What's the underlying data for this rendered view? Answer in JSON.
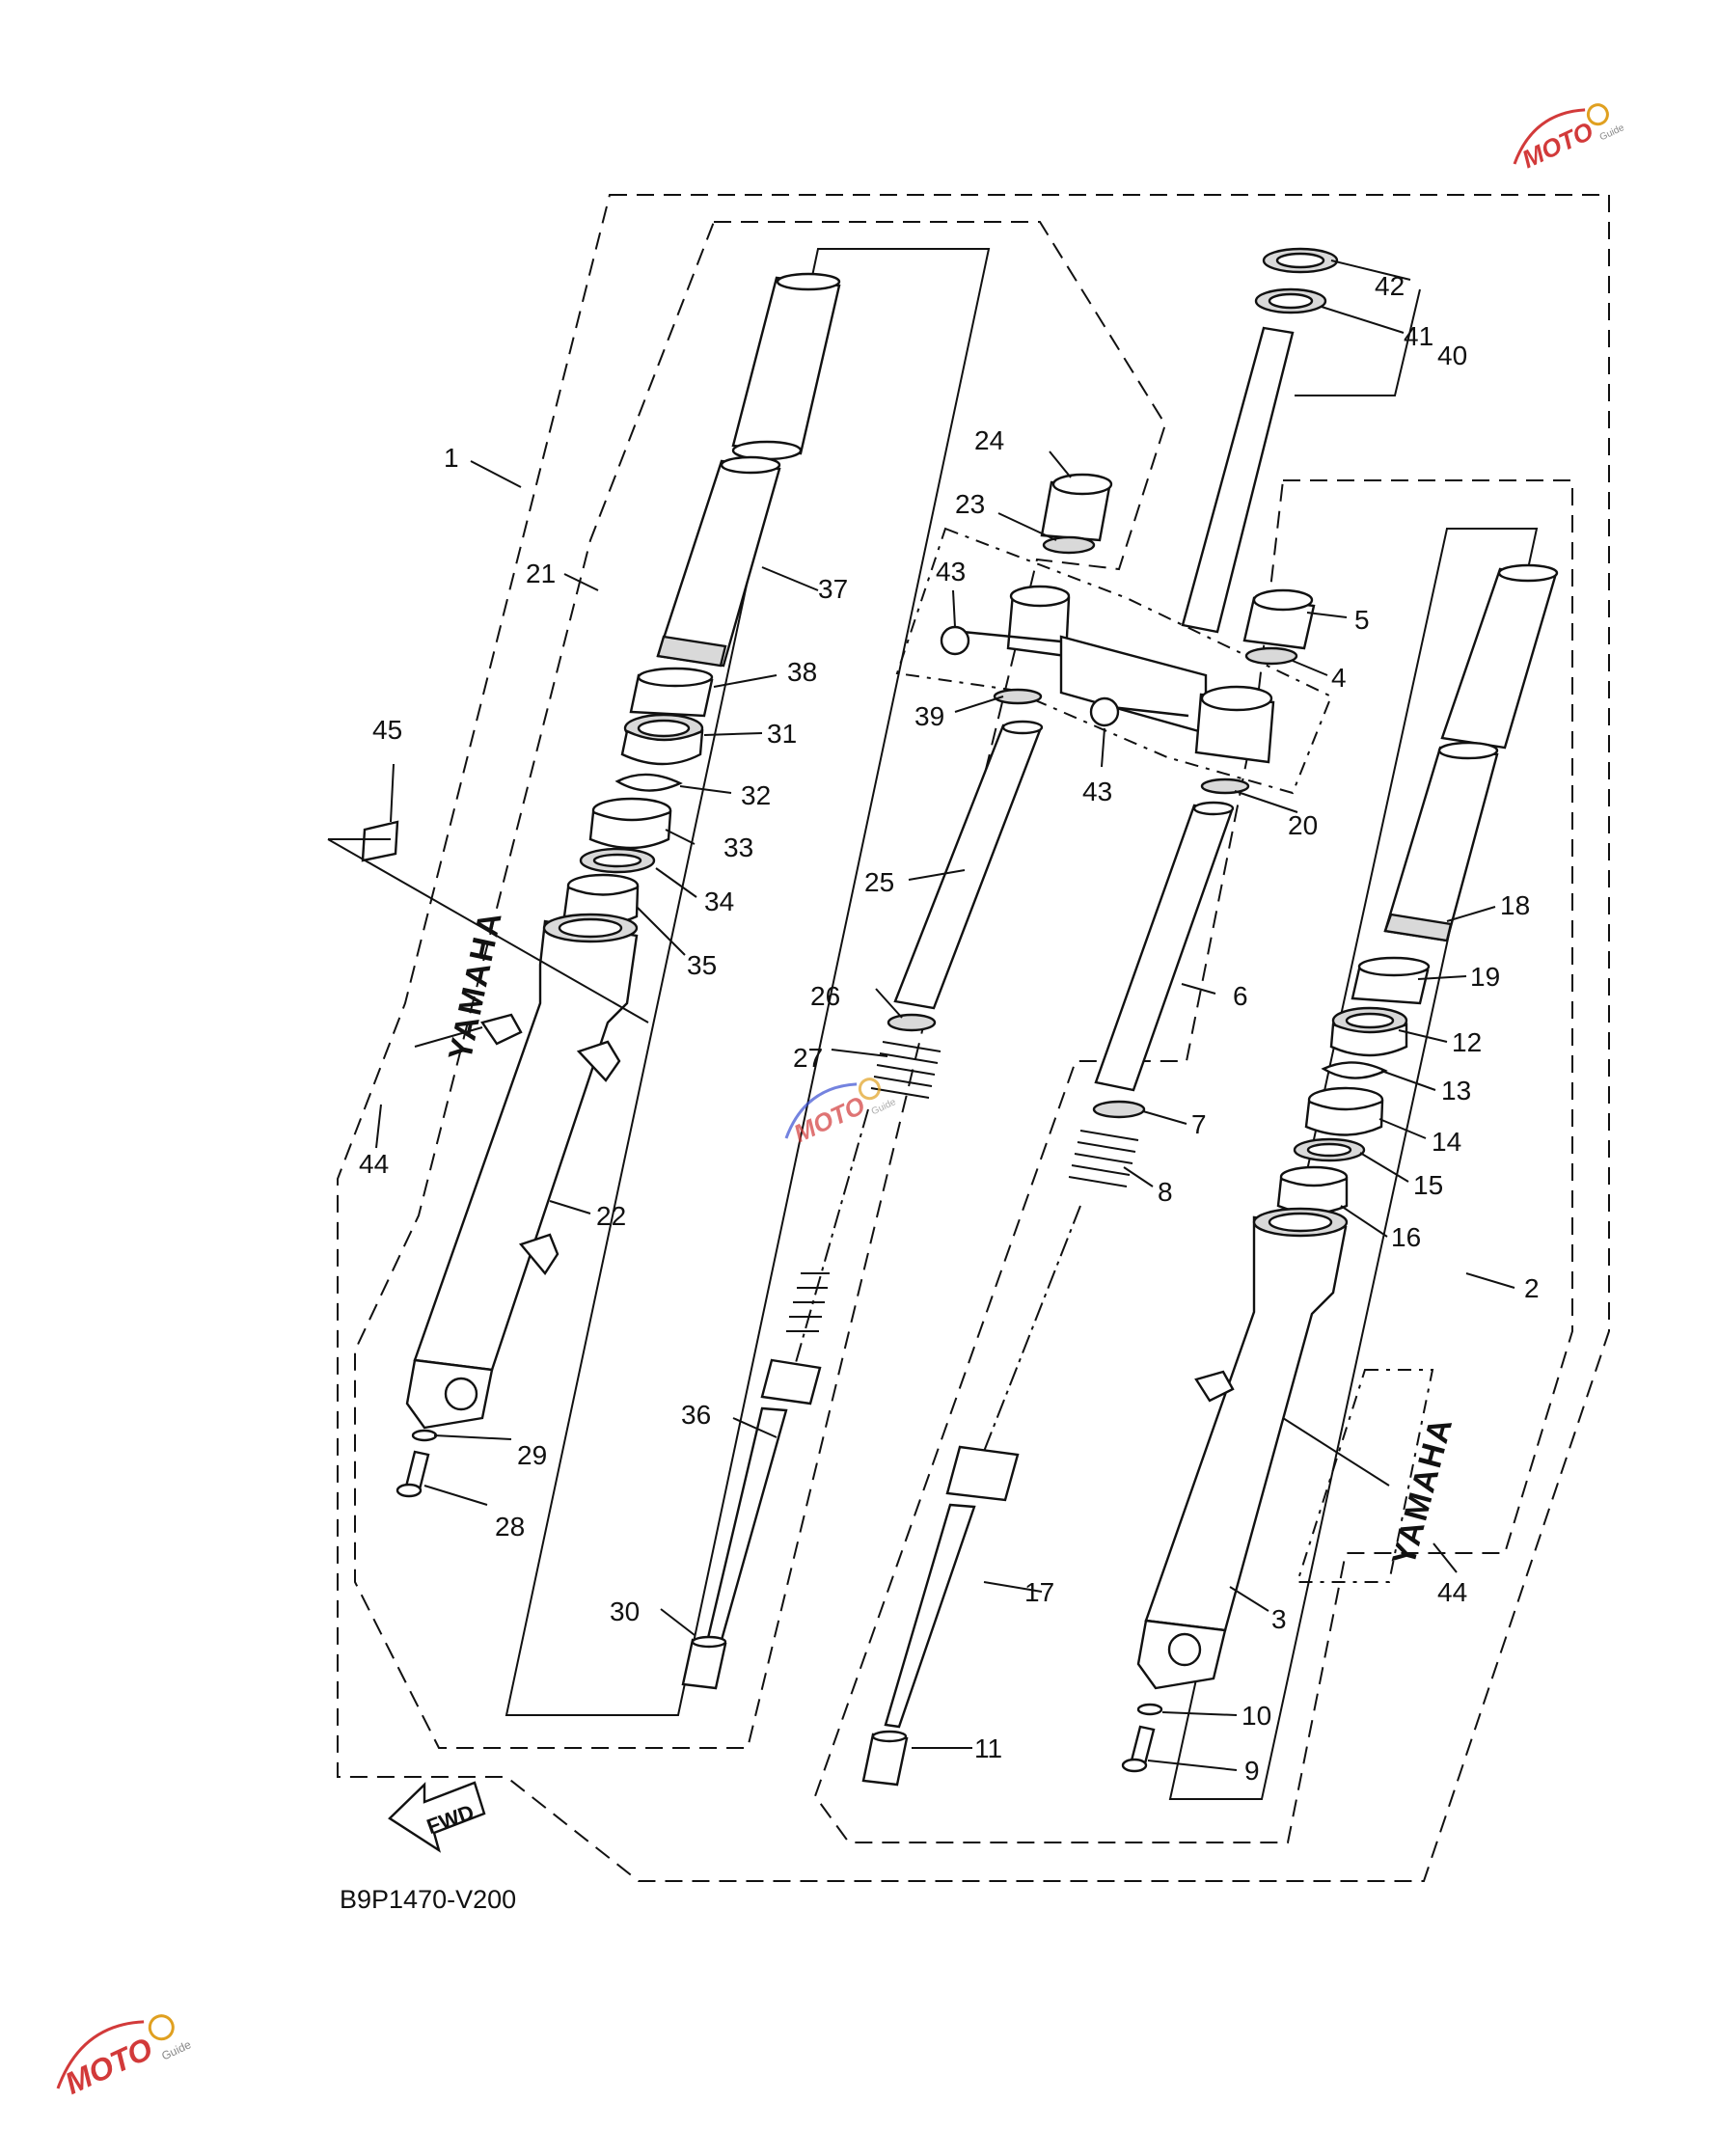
{
  "diagram": {
    "labels": [
      "1",
      "2",
      "3",
      "4",
      "5",
      "6",
      "7",
      "8",
      "9",
      "10",
      "11",
      "12",
      "13",
      "14",
      "15",
      "16",
      "17",
      "18",
      "19",
      "20",
      "21",
      "22",
      "23",
      "24",
      "25",
      "26",
      "27",
      "28",
      "29",
      "30",
      "31",
      "32",
      "33",
      "34",
      "35",
      "36",
      "37",
      "38",
      "39",
      "40",
      "41",
      "42",
      "43",
      "43",
      "44",
      "44",
      "45"
    ],
    "brand_left": "YAMAHA",
    "brand_right": "YAMAHA",
    "fwd_label": "FWD",
    "drawing_code": "B9P1470-V200",
    "watermark_text": "MOTO",
    "watermark_sub": "Guide",
    "colors": {
      "line": "#111111",
      "watermark_red": "#d23a3a",
      "watermark_blue": "#3a4fd2",
      "shade": "#d9d9d9"
    }
  }
}
